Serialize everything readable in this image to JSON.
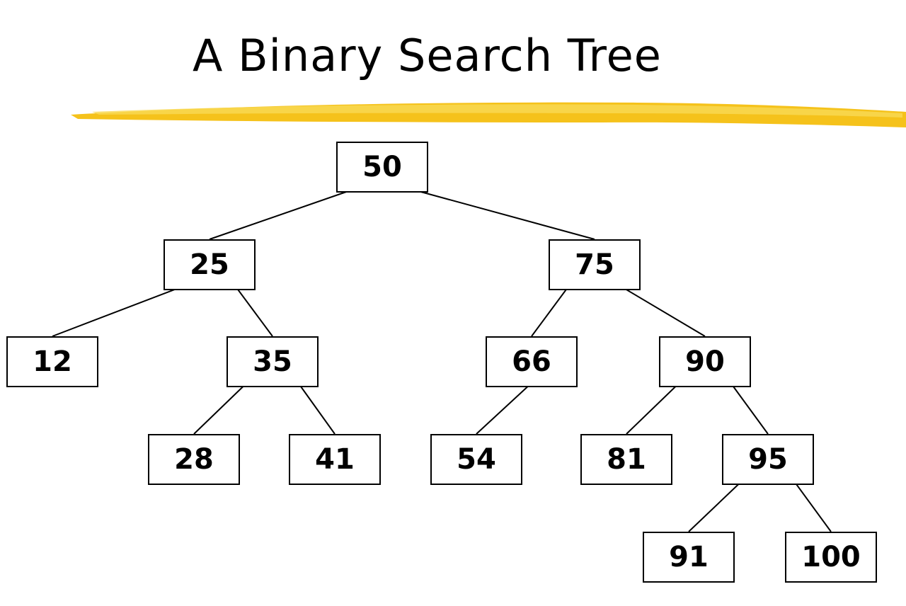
{
  "title": "A Binary Search Tree",
  "colors": {
    "highlighter_main": "#f5c21b",
    "highlighter_light": "#f9da55",
    "node_border": "#000000",
    "edge": "#000000"
  },
  "tree": {
    "nodes": [
      {
        "id": "n50",
        "value": "50",
        "parent": null
      },
      {
        "id": "n25",
        "value": "25",
        "parent": "n50"
      },
      {
        "id": "n75",
        "value": "75",
        "parent": "n50"
      },
      {
        "id": "n12",
        "value": "12",
        "parent": "n25"
      },
      {
        "id": "n35",
        "value": "35",
        "parent": "n25"
      },
      {
        "id": "n66",
        "value": "66",
        "parent": "n75"
      },
      {
        "id": "n90",
        "value": "90",
        "parent": "n75"
      },
      {
        "id": "n28",
        "value": "28",
        "parent": "n35"
      },
      {
        "id": "n41",
        "value": "41",
        "parent": "n35"
      },
      {
        "id": "n54",
        "value": "54",
        "parent": "n66"
      },
      {
        "id": "n81",
        "value": "81",
        "parent": "n90"
      },
      {
        "id": "n95",
        "value": "95",
        "parent": "n90"
      },
      {
        "id": "n91",
        "value": "91",
        "parent": "n95"
      },
      {
        "id": "n100",
        "value": "100",
        "parent": "n95"
      }
    ]
  }
}
